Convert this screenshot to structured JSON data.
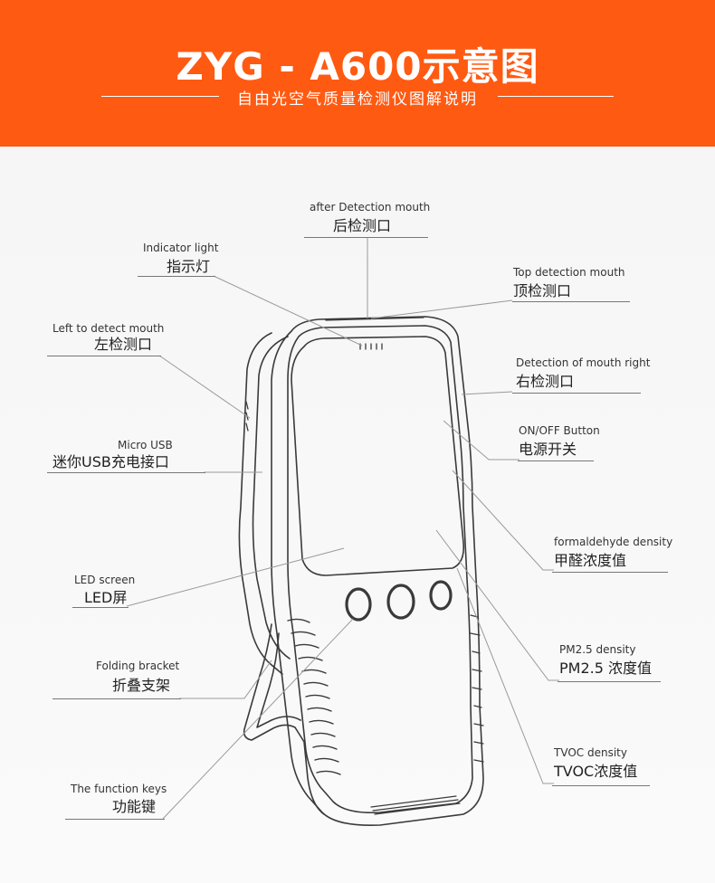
{
  "header": {
    "title": "ZYG - A600示意图",
    "subtitle": "自由光空气质量检测仪图解说明"
  },
  "callouts": [
    {
      "id": "after-detection-mouth",
      "en": "after Detection mouth",
      "cn": "后检测口"
    },
    {
      "id": "indicator-light",
      "en": "Indicator light",
      "cn": "指示灯"
    },
    {
      "id": "top-detection-mouth",
      "en": "Top detection mouth",
      "cn": "顶检测口"
    },
    {
      "id": "left-detect-mouth",
      "en": "Left to detect mouth",
      "cn": "左检测口"
    },
    {
      "id": "right-detection-mouth",
      "en": "Detection of mouth right",
      "cn": "右检测口"
    },
    {
      "id": "on-off-button",
      "en": "ON/OFF Button",
      "cn": "电源开关"
    },
    {
      "id": "micro-usb",
      "en": "Micro USB",
      "cn": "迷你USB充电接口"
    },
    {
      "id": "formaldehyde-density",
      "en": "formaldehyde density",
      "cn": "甲醛浓度值"
    },
    {
      "id": "led-screen",
      "en": "LED screen",
      "cn": "LED屏"
    },
    {
      "id": "pm25-density",
      "en": "PM2.5 density",
      "cn": "PM2.5 浓度值"
    },
    {
      "id": "folding-bracket",
      "en": "Folding bracket",
      "cn": "折叠支架"
    },
    {
      "id": "tvoc-density",
      "en": "TVOC density",
      "cn": "TVOC浓度值"
    },
    {
      "id": "function-keys",
      "en": "The function keys",
      "cn": "功能键"
    }
  ],
  "colors": {
    "banner": "#ff5a12",
    "outline": "#3a3a3a",
    "leader": "#9a9a9a"
  }
}
